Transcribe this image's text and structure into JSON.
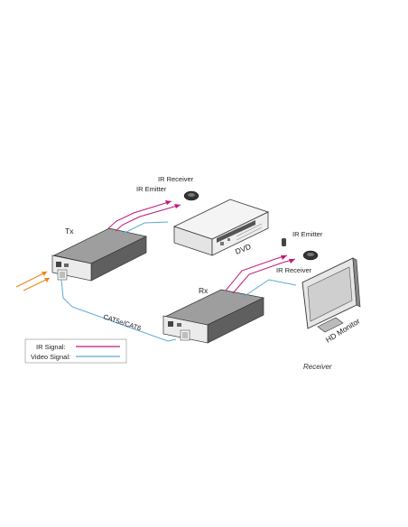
{
  "diagram": {
    "tx_label": "Tx",
    "rx_label": "Rx",
    "dvd_label": "DVD",
    "monitor_label": "HD Monitor",
    "cable_label": "CAT5e/CAT6",
    "tx_ir_receiver_label": "IR Receiver",
    "tx_ir_emitter_label": "IR Emitter",
    "rx_ir_emitter_label": "IR Emitter",
    "rx_ir_receiver_label": "IR Receiver",
    "caption": "Receiver"
  },
  "legend": {
    "ir_signal_label": "IR Signal:",
    "video_signal_label": "Video Signal:",
    "ir_color": "#c2187e",
    "video_color": "#5aa9d6"
  },
  "colors": {
    "device_body": "#6e6e6e",
    "device_top": "#9a9a9a",
    "device_front": "#e6e6e6",
    "outline": "#333333",
    "arrow_orange": "#e8891d"
  }
}
